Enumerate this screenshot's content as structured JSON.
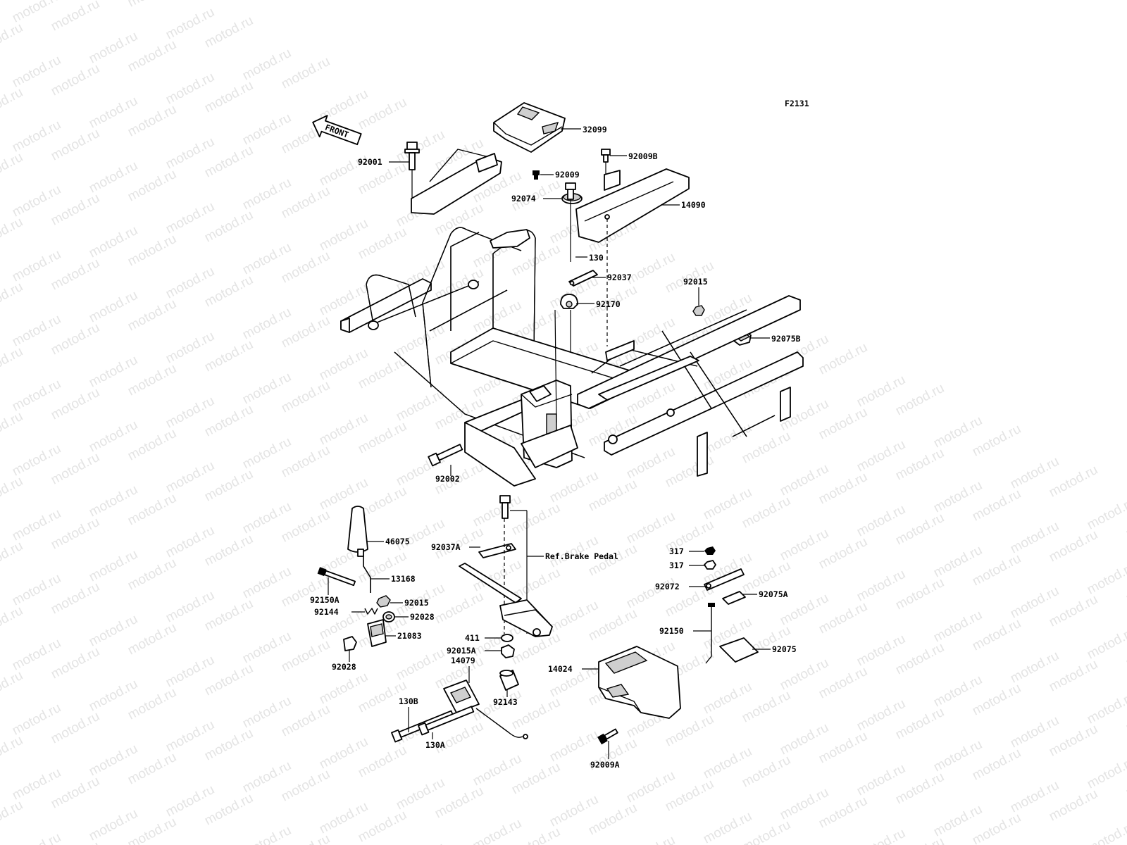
{
  "figure_code": "F2131",
  "front_label": "FRONT",
  "watermark": "motod.ru",
  "parts": [
    {
      "id": "32099",
      "label": "32099"
    },
    {
      "id": "92001",
      "label": "92001"
    },
    {
      "id": "92009b",
      "label": "92009B"
    },
    {
      "id": "92009",
      "label": "92009"
    },
    {
      "id": "92074",
      "label": "92074"
    },
    {
      "id": "14090",
      "label": "14090"
    },
    {
      "id": "130",
      "label": "130"
    },
    {
      "id": "92037",
      "label": "92037"
    },
    {
      "id": "92015-top",
      "label": "92015"
    },
    {
      "id": "92170",
      "label": "92170"
    },
    {
      "id": "92075b",
      "label": "92075B"
    },
    {
      "id": "92002",
      "label": "92002"
    },
    {
      "id": "46075",
      "label": "46075"
    },
    {
      "id": "92037a",
      "label": "92037A"
    },
    {
      "id": "ref-brake-pedal",
      "label": "Ref.Brake Pedal"
    },
    {
      "id": "317-a",
      "label": "317"
    },
    {
      "id": "317-b",
      "label": "317"
    },
    {
      "id": "13168",
      "label": "13168"
    },
    {
      "id": "92072",
      "label": "92072"
    },
    {
      "id": "92075a",
      "label": "92075A"
    },
    {
      "id": "92150a",
      "label": "92150A"
    },
    {
      "id": "92015-bottom",
      "label": "92015"
    },
    {
      "id": "92144",
      "label": "92144"
    },
    {
      "id": "92028-a",
      "label": "92028"
    },
    {
      "id": "21083",
      "label": "21083"
    },
    {
      "id": "92028-b",
      "label": "92028"
    },
    {
      "id": "411",
      "label": "411"
    },
    {
      "id": "92015a",
      "label": "92015A"
    },
    {
      "id": "14079",
      "label": "14079"
    },
    {
      "id": "92150",
      "label": "92150"
    },
    {
      "id": "92075",
      "label": "92075"
    },
    {
      "id": "14024",
      "label": "14024"
    },
    {
      "id": "92143",
      "label": "92143"
    },
    {
      "id": "130b",
      "label": "130B"
    },
    {
      "id": "130a",
      "label": "130A"
    },
    {
      "id": "92009a",
      "label": "92009A"
    }
  ]
}
